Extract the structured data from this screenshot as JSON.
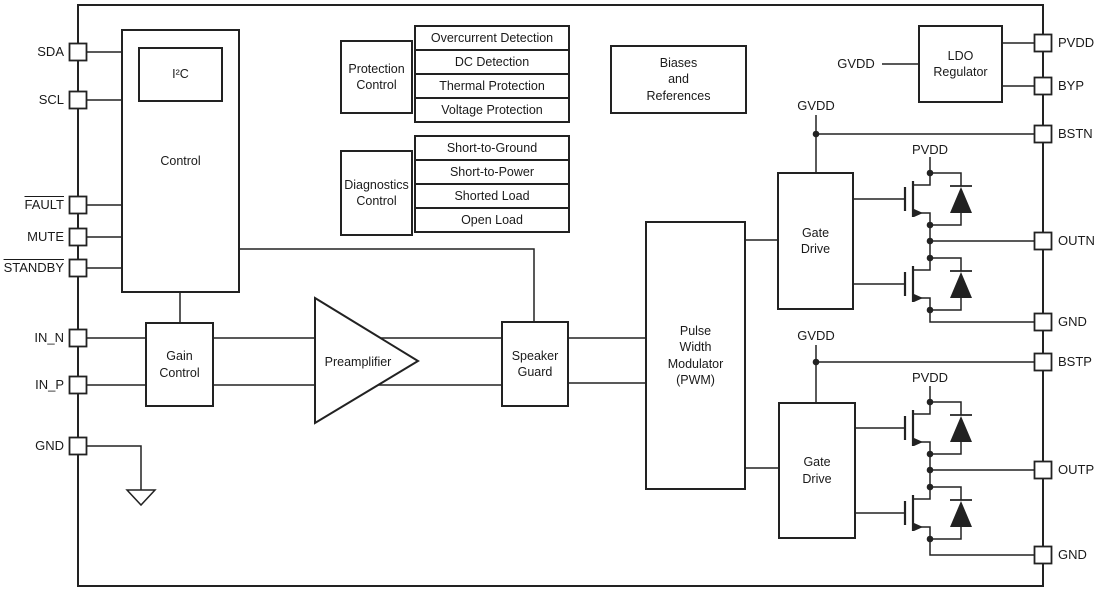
{
  "diagram_type": "functional-block-diagram",
  "colors": {
    "line": "#222222",
    "background": "#ffffff",
    "text": "#1a1a1a"
  },
  "pins": {
    "left": [
      {
        "label": "SDA",
        "overline": false
      },
      {
        "label": "SCL",
        "overline": false
      },
      {
        "label": "FAULT",
        "overline": true
      },
      {
        "label": "MUTE",
        "overline": false
      },
      {
        "label": "STANDBY",
        "overline": true
      },
      {
        "label": "IN_N",
        "overline": false
      },
      {
        "label": "IN_P",
        "overline": false
      },
      {
        "label": "GND",
        "overline": false
      }
    ],
    "right": [
      {
        "label": "PVDD"
      },
      {
        "label": "BYP"
      },
      {
        "label": "BSTN"
      },
      {
        "label": "OUTN"
      },
      {
        "label": "GND"
      },
      {
        "label": "BSTP"
      },
      {
        "label": "OUTP"
      },
      {
        "label": "GND"
      }
    ]
  },
  "blocks": {
    "control": "Control",
    "i2c": "I²C",
    "gain": "Gain\nControl",
    "preamplifier": "Preamplifier",
    "speaker_guard": "Speaker\nGuard",
    "pwm": "Pulse\nWidth\nModulator\n(PWM)",
    "protection": {
      "label": "Protection\nControl",
      "rows": [
        "Overcurrent Detection",
        "DC Detection",
        "Thermal Protection",
        "Voltage Protection"
      ]
    },
    "diagnostics": {
      "label": "Diagnostics\nControl",
      "rows": [
        "Short-to-Ground",
        "Short-to-Power",
        "Shorted Load",
        "Open Load"
      ]
    },
    "biases": "Biases\nand\nReferences",
    "ldo": "LDO\nRegulator",
    "gate_drive": "Gate\nDrive"
  },
  "nets": {
    "gvdd": "GVDD",
    "pvdd": "PVDD"
  }
}
